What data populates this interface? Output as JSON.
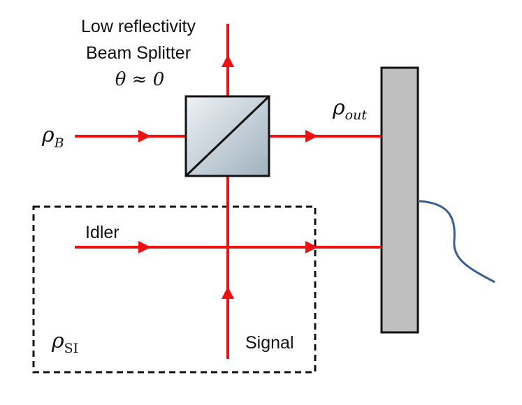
{
  "colors": {
    "beam": "#ee1111",
    "frame": "#111111",
    "detector_fill": "#bfbfbf",
    "fiber": "#3a5f95",
    "splitter_gradient_light": "#eef2f5",
    "splitter_gradient_dark": "#9fb1bf"
  },
  "labels": {
    "splitter_title_line1": "Low reflectivity",
    "splitter_title_line2": "Beam Splitter",
    "splitter_angle": "θ ≈ 0",
    "rho_b": {
      "base": "ρ",
      "sub": "B"
    },
    "rho_out": {
      "base": "ρ",
      "sub": "out"
    },
    "rho_si": {
      "base": "ρ",
      "sub": "SI"
    },
    "idler": "Idler",
    "signal": "Signal"
  },
  "icons": {
    "beam_splitter": "beam-splitter-cube-icon",
    "detector": "detector-plate-icon",
    "fiber": "optical-fiber-icon",
    "arrow": "arrow-head-icon"
  }
}
